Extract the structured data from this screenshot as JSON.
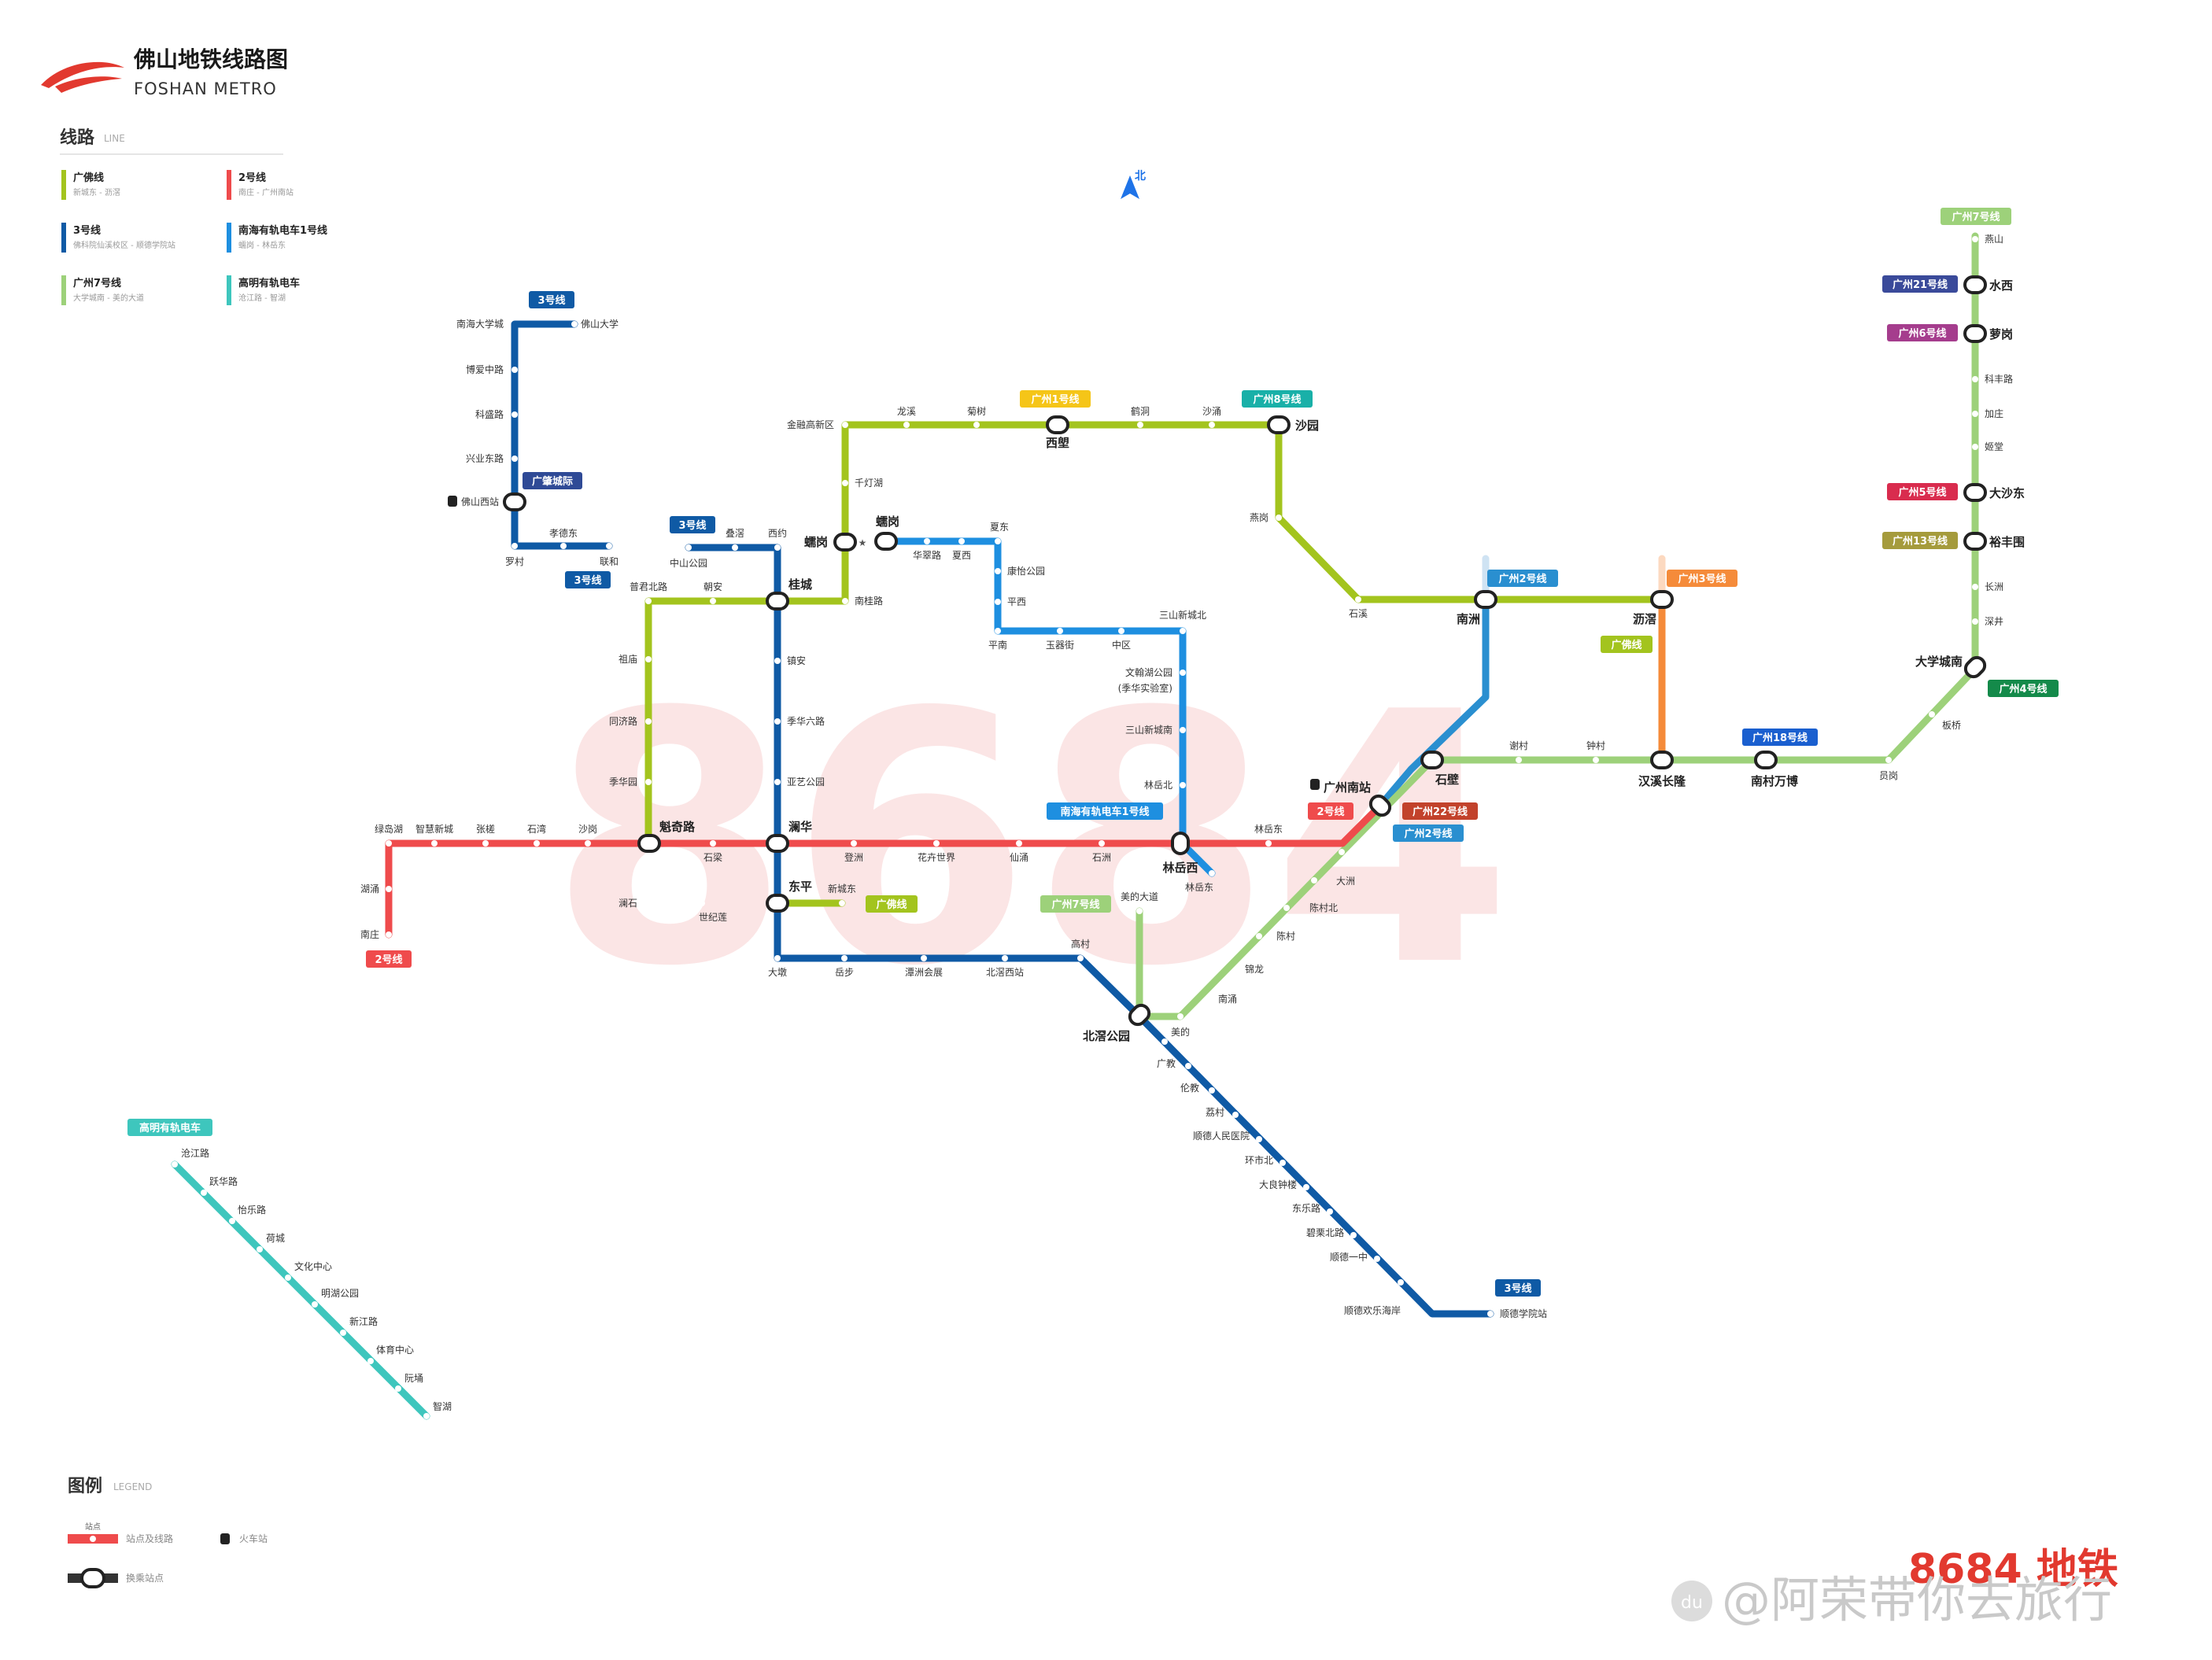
{
  "header": {
    "title": "佛山地铁线路图",
    "subtitle": "FOSHAN METRO",
    "north": "北"
  },
  "line_section": {
    "title": "线路",
    "subtitle": "LINE"
  },
  "line_legend": [
    {
      "name": "广佛线",
      "route": "新城东 - 沥滘",
      "color": "#a3c41e"
    },
    {
      "name": "2号线",
      "route": "南庄 - 广州南站",
      "color": "#ef4b4c"
    },
    {
      "name": "3号线",
      "route": "佛科院仙溪校区 - 顺德学院站",
      "color": "#0f5aa5"
    },
    {
      "name": "南海有轨电车1号线",
      "route": "蠕岗 - 林岳东",
      "color": "#1e8fe0"
    },
    {
      "name": "广州7号线",
      "route": "大学城南 - 美的大道",
      "color": "#9dd17a"
    },
    {
      "name": "高明有轨电车",
      "route": "沧江路 - 智湖",
      "color": "#3ec6bd"
    }
  ],
  "legend_section": {
    "title": "图例",
    "subtitle": "LEGEND"
  },
  "map_legend": {
    "station_top": "站点",
    "station_line": "站点及线路",
    "transfer": "换乘站点",
    "train": "火车站"
  },
  "colors": {
    "guangfo": "#a3c41e",
    "line2": "#ef4b4c",
    "line3": "#0f5aa5",
    "tram1": "#1e8fe0",
    "gz7": "#9dd17a",
    "gaoming": "#3ec6bd",
    "gz2": "#2a8fd0",
    "gz3": "#f58b3a"
  },
  "badges": {
    "l3_top": "3号线",
    "l3_gs": "3号线",
    "l3_sm": "3号线",
    "l3_end": "3号线",
    "gzzj": "广肇城际",
    "gz1": "广州1号线",
    "gz8": "广州8号线",
    "gz2a": "广州2号线",
    "gz3": "广州3号线",
    "gf_lj": "广佛线",
    "gf_end": "广佛线",
    "gz7top": "广州7号线",
    "gz21": "广州21号线",
    "gz6": "广州6号线",
    "gz5": "广州5号线",
    "gz13": "广州13号线",
    "gz4": "广州4号线",
    "gz18": "广州18号线",
    "l2_gzn": "2号线",
    "gz22": "广州22号线",
    "gz2b": "广州2号线",
    "tram1": "南海有轨电车1号线",
    "gz7mid": "广州7号线",
    "l2_end": "2号线",
    "gaoming": "高明有轨电车"
  },
  "stations": {
    "s001": "南海大学城",
    "s002": "佛山大学",
    "s003": "博爱中路",
    "s004": "科盛路",
    "s005": "兴业东路",
    "s006": "佛山西站",
    "s007": "罗村",
    "s008": "孝德东",
    "s009": "联和",
    "s010": "金融高新区",
    "s011": "龙溪",
    "s012": "菊树",
    "s013": "西塱",
    "s014": "鹤洞",
    "s015": "沙涌",
    "s016": "沙园",
    "s017": "千灯湖",
    "s018": "蠕岗",
    "s019": "蠕岗",
    "s020": "华翠路",
    "s021": "夏西",
    "s022": "夏东",
    "s023": "康怡公园",
    "s024": "平西",
    "s025": "平南",
    "s026": "玉器街",
    "s027": "中区",
    "s028": "三山新城北",
    "s029": "文翰湖公园",
    "s030": "(季华实验室)",
    "s031": "三山新城南",
    "s032": "林岳北",
    "s033": "林岳西",
    "s034": "林岳东",
    "s035": "中山公园",
    "s036": "叠滘",
    "s037": "西约",
    "s038": "桂城",
    "s039": "南桂路",
    "s040": "普君北路",
    "s041": "朝安",
    "s042": "祖庙",
    "s043": "同济路",
    "s044": "季华园",
    "s045": "魁奇路",
    "s046": "镇安",
    "s047": "季华六路",
    "s048": "亚艺公园",
    "s049": "澜华",
    "s050": "绿岛湖",
    "s051": "智慧新城",
    "s052": "张槎",
    "s053": "石湾",
    "s054": "沙岗",
    "s055": "石梁",
    "s056": "登洲",
    "s057": "花卉世界",
    "s058": "仙涌",
    "s059": "石洲",
    "s060": "林岳东",
    "s061": "湖涌",
    "s062": "南庄",
    "s063": "澜石",
    "s064": "世纪莲",
    "s065": "东平",
    "s066": "新城东",
    "s067": "大墩",
    "s068": "岳步",
    "s069": "潭洲会展",
    "s070": "北滘西站",
    "s071": "高村",
    "s072": "北滘公园",
    "s073": "美的大道",
    "s074": "美的",
    "s075": "南涌",
    "s076": "锦龙",
    "s077": "陈村",
    "s078": "陈村北",
    "s079": "大洲",
    "s080": "广州南站",
    "s081": "石壁",
    "s082": "谢村",
    "s083": "钟村",
    "s084": "汉溪长隆",
    "s085": "南村万博",
    "s086": "员岗",
    "s087": "板桥",
    "s088": "大学城南",
    "s089": "深井",
    "s090": "长洲",
    "s091": "裕丰围",
    "s092": "大沙东",
    "s093": "姬堂",
    "s094": "加庄",
    "s095": "科丰路",
    "s096": "萝岗",
    "s097": "水西",
    "s098": "燕山",
    "s099": "燕岗",
    "s100": "石溪",
    "s101": "南洲",
    "s102": "沥滘",
    "s103": "广教",
    "s104": "伦教",
    "s105": "荔村",
    "s106": "顺德人民医院",
    "s107": "环市北",
    "s108": "大良钟楼",
    "s109": "东乐路",
    "s110": "碧栗北路",
    "s111": "顺德一中",
    "s112": "顺德欢乐海岸",
    "s113": "顺德学院站",
    "s114": "沧江路",
    "s115": "跃华路",
    "s116": "怡乐路",
    "s117": "荷城",
    "s118": "文化中心",
    "s119": "明湖公园",
    "s120": "新江路",
    "s121": "体育中心",
    "s122": "阮埇",
    "s123": "智湖"
  },
  "watermark": {
    "big": "8684",
    "logo": "8684 地铁",
    "credit": "@阿荣带你去旅行"
  }
}
